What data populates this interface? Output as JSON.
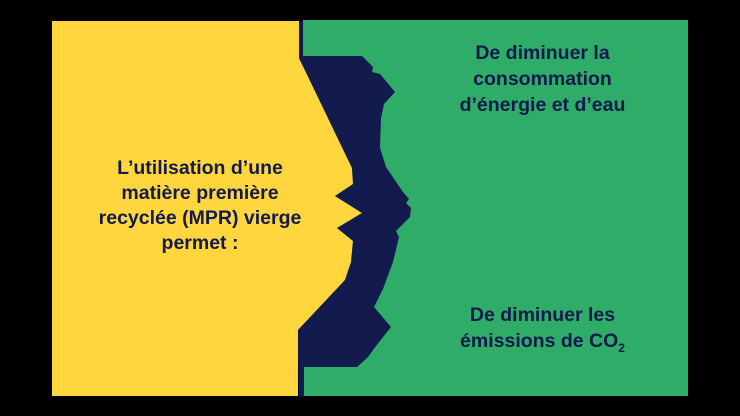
{
  "slide": {
    "background": "#000000",
    "colors": {
      "yellow": "#FFD63E",
      "green": "#2EAC68",
      "navy": "#131A4D"
    },
    "left_panel": {
      "lines": [
        "L’utilisation d’une",
        "matière première",
        "recyclée (MPR) vierge",
        "permet :"
      ]
    },
    "right_top": {
      "lines": [
        "De diminuer la",
        "consommation",
        "d’énergie et d’eau"
      ]
    },
    "right_bottom": {
      "line1": "De diminuer les",
      "line2": "émissions de CO",
      "subscript": "2"
    }
  }
}
